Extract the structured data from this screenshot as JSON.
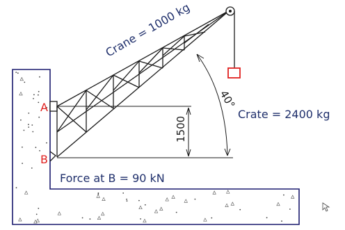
{
  "labels": {
    "crane": "Crane = 1000 kg",
    "crate": "Crate = 2400 kg",
    "force": "Force at B = 90 kN",
    "point_a": "A",
    "point_b": "B",
    "angle": "40°",
    "dimension": "1500"
  },
  "colors": {
    "structure": "#1a1a1a",
    "wall_outline": "#1a1a6e",
    "text_blue": "#1f2f6b",
    "point_label": "#e0201f",
    "crate": "#e0201f"
  },
  "icons": {
    "cursor": "mouse-pointer-icon"
  }
}
